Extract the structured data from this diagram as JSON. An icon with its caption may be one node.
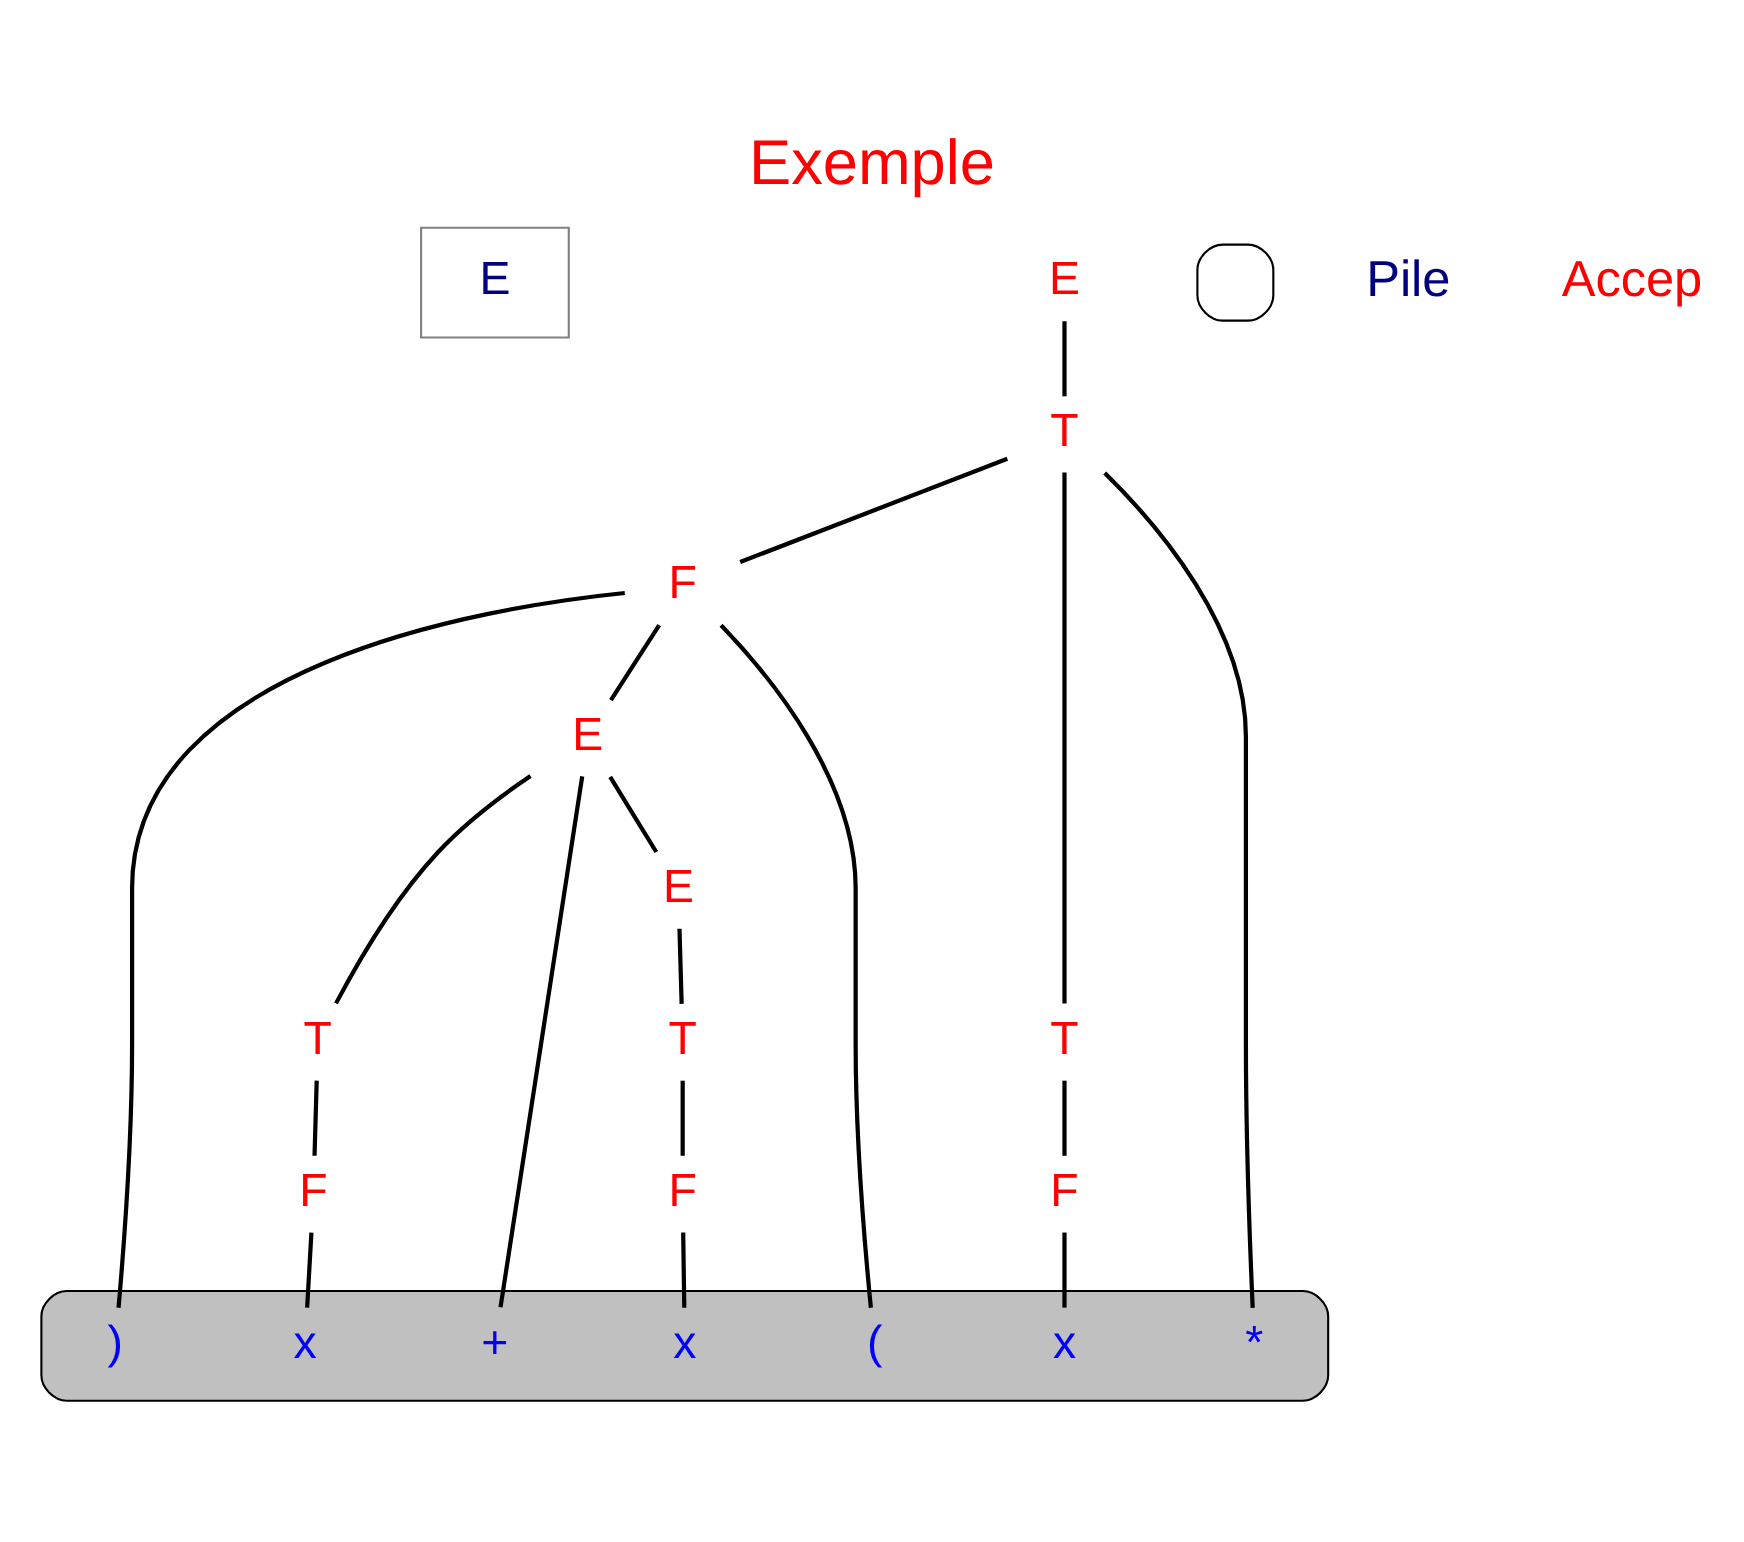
{
  "diagram": {
    "title": "Exemple",
    "nodes": [
      {
        "text": [],
        "shape": "box"
      },
      {
        "text": [
          "E"
        ],
        "in": 0
      },
      {
        "text": [
          "E"
        ]
      },
      {
        "text": [
          "T"
        ]
      },
      {
        "text": [
          "F"
        ]
      },
      {
        "text": [
          "E"
        ]
      },
      {
        "text": [
          "E"
        ]
      },
      {
        "text": [
          "T"
        ]
      },
      {
        "text": [
          "F"
        ]
      },
      {
        "text": [
          "T"
        ]
      },
      {
        "text": [
          "F"
        ]
      },
      {
        "text": [
          "T"
        ]
      },
      {
        "text": [
          "F"
        ]
      },
      {
        "text": [],
        "shape": "bar"
      },
      {
        "text": [
          "x"
        ],
        "in": 13
      },
      {
        "text": [
          "*"
        ],
        "in": 13
      },
      {
        "text": [
          "("
        ],
        "in": 13
      },
      {
        "text": [
          "x"
        ],
        "in": 13
      },
      {
        "text": [
          "+"
        ],
        "in": 13
      },
      {
        "text": [
          "x"
        ],
        "in": 13
      },
      {
        "text": [
          ")"
        ],
        "in": 13
      },
      {
        "text": [],
        "shape": "box"
      }
    ],
    "edges": [
      {
        "from": 2,
        "to": 3,
        "arrow": "none"
      },
      {
        "from": 3,
        "to": 7,
        "arrow": "none"
      },
      {
        "from": 3,
        "to": 15,
        "arrow": "none"
      },
      {
        "from": 3,
        "to": 4,
        "arrow": "none"
      },
      {
        "from": 4,
        "to": 16,
        "arrow": "none"
      },
      {
        "from": 4,
        "to": 5,
        "arrow": "none"
      },
      {
        "from": 4,
        "to": 20,
        "arrow": "none"
      },
      {
        "from": 5,
        "to": 6,
        "arrow": "none"
      },
      {
        "from": 5,
        "to": 18,
        "arrow": "none"
      },
      {
        "from": 5,
        "to": 11,
        "arrow": "none"
      },
      {
        "from": 6,
        "to": 9,
        "arrow": "none"
      },
      {
        "from": 7,
        "to": 8,
        "arrow": "none"
      },
      {
        "from": 8,
        "to": 14,
        "arrow": "none"
      },
      {
        "from": 9,
        "to": 10,
        "arrow": "none"
      },
      {
        "from": 10,
        "to": 17,
        "arrow": "none"
      },
      {
        "from": 11,
        "to": 12,
        "arrow": "none"
      },
      {
        "from": 12,
        "to": 19,
        "arrow": "none"
      }
    ],
    "labels": [
      "Pile",
      "Accep"
    ]
  }
}
